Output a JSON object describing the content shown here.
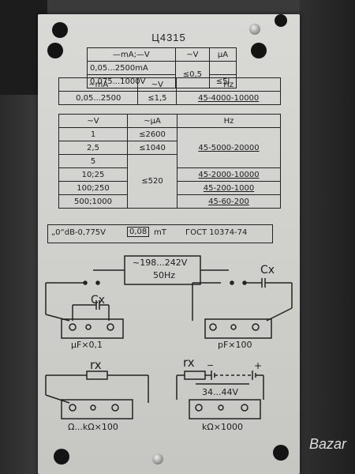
{
  "model": "Ц4315",
  "table1": {
    "header": [
      "—mA;—V",
      "~V",
      "μA"
    ],
    "rows": [
      [
        "0,05...2500mA",
        "≤0,5",
        ""
      ],
      [
        "0,075...1000V",
        "",
        "≤5l"
      ]
    ]
  },
  "table2": {
    "header": [
      "~mA",
      "~V",
      "Hz"
    ],
    "row": [
      "0,05...2500",
      "≤1,5",
      "45-4000-10000"
    ]
  },
  "table3": {
    "header": [
      "~V",
      "~μA",
      "Hz"
    ],
    "ranges": [
      "1",
      "2,5",
      "5",
      "10;25",
      "100;250",
      "500;1000"
    ],
    "current": [
      "≤2600",
      "≤1040",
      "≤520"
    ],
    "freq": [
      "45-5000-20000",
      "45-2000-10000",
      "45-200-1000",
      "45-60-200"
    ]
  },
  "gost": {
    "db_ref": "„0“dB-0,775V",
    "class_value": "0,08",
    "class_unit": "mT",
    "standard": "ГОСТ 10374-74"
  },
  "diagrams": {
    "supply_line1": "~198...242V",
    "supply_line2": "50Hz",
    "cx_label": "Cx",
    "cx_label_2": "Cx",
    "left_scale": "μF×0,1",
    "right_scale": "pF×100",
    "rx_label": "rx",
    "rx_label_2": "rx",
    "battery_voltage": "34...44V",
    "plus_sign": "+",
    "minus_sign": "−",
    "ohm_scale": "Ω...kΩ×100",
    "kohm_scale": "kΩ×1000"
  },
  "watermark": "Bazar"
}
